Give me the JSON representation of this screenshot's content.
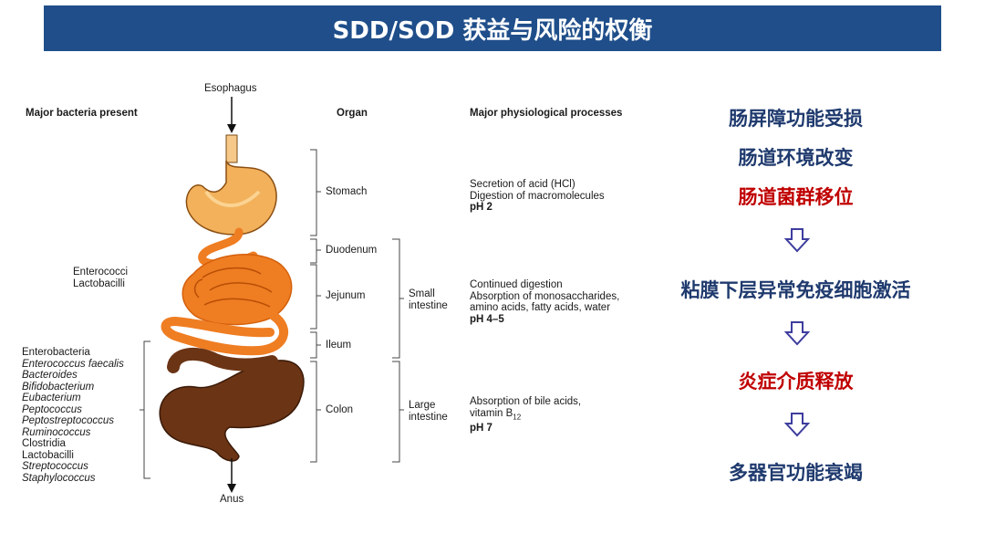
{
  "title": "SDD/SOD 获益与风险的权衡",
  "headers": {
    "bacteria": "Major bacteria present",
    "organ": "Organ",
    "processes": "Major physiological processes"
  },
  "ends": {
    "top": "Esophagus",
    "bottom": "Anus"
  },
  "organs": {
    "stomach": "Stomach",
    "duodenum": "Duodenum",
    "jejunum": "Jejunum",
    "ileum": "Ileum",
    "colon": "Colon"
  },
  "sections": {
    "small_intestine": [
      "Small",
      "intestine"
    ],
    "large_intestine": [
      "Large",
      "intestine"
    ]
  },
  "bacteria_upper": [
    "Enterococci",
    "Lactobacilli"
  ],
  "bacteria_lower": [
    {
      "text": "Enterobacteria",
      "italic": false
    },
    {
      "text": "Enterococcus faecalis",
      "italic": true
    },
    {
      "text": "Bacteroides",
      "italic": true
    },
    {
      "text": "Bifidobacterium",
      "italic": true
    },
    {
      "text": "Eubacterium",
      "italic": true
    },
    {
      "text": "Peptococcus",
      "italic": true
    },
    {
      "text": "Peptostreptococcus",
      "italic": true
    },
    {
      "text": "Ruminococcus",
      "italic": true
    },
    {
      "text": "Clostridia",
      "italic": false
    },
    {
      "text": "Lactobacilli",
      "italic": false
    },
    {
      "text": "Streptococcus",
      "italic": true
    },
    {
      "text": "Staphylococcus",
      "italic": true
    }
  ],
  "processes": {
    "stomach": [
      "Secretion of acid (HCl)",
      "Digestion of macromolecules"
    ],
    "stomach_ph": "pH 2",
    "small": [
      "Continued digestion",
      "Absorption of monosaccharides,",
      "amino acids, fatty acids, water"
    ],
    "small_ph": "pH 4–5",
    "large": [
      "Absorption of bile acids,"
    ],
    "large_vitamin": "vitamin B",
    "large_vitamin_sub": "12",
    "large_ph": "pH 7"
  },
  "cascade": [
    {
      "text": "肠屏障功能受损",
      "color": "#1f3a6e"
    },
    {
      "text": "肠道环境改变",
      "color": "#1f3a6e"
    },
    {
      "text": "肠道菌群移位",
      "color": "#c00000"
    },
    {
      "text": "粘膜下层异常免疫细胞激活",
      "color": "#1f3a6e"
    },
    {
      "text": "炎症介质释放",
      "color": "#c00000"
    },
    {
      "text": "多器官功能衰竭",
      "color": "#1f3a6e"
    }
  ],
  "colors": {
    "title_bg": "#1f4e8a",
    "arrow": "#3d3d9e",
    "stomach": "#f2b15a",
    "small_intestine": "#ef7d22",
    "colon": "#6b3415"
  }
}
